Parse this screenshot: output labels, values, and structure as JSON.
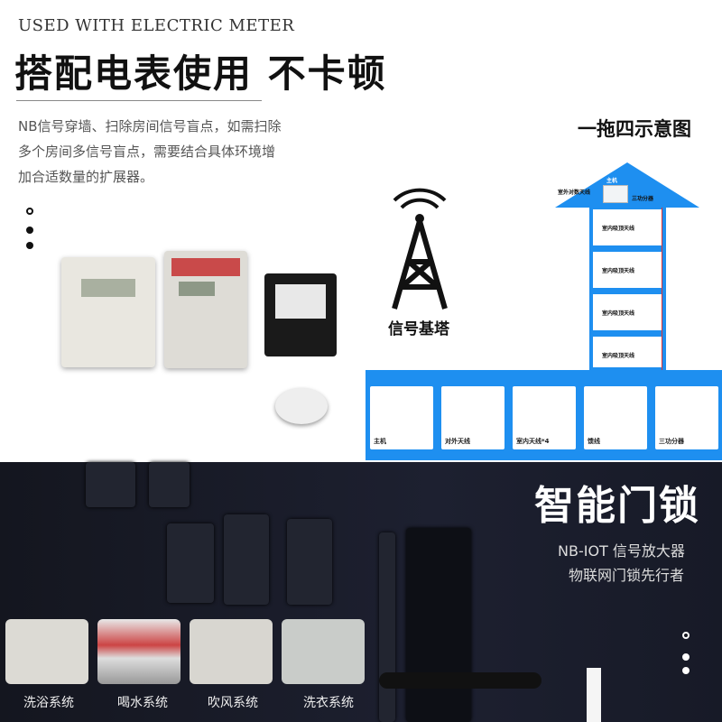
{
  "meter_section": {
    "subtitle_en": "USED WITH ELECTRIC METER",
    "title": "搭配电表使用 不卡顿",
    "description": [
      "NB信号穿墙、扫除房间信号盲点，如需扫除",
      "多个房间多信号盲点，需要结合具体环境增",
      "加合适数量的扩展器。"
    ]
  },
  "tower": {
    "label": "信号基塔",
    "icon": "signal-tower-icon"
  },
  "diagram": {
    "title": "一拖四示意图",
    "labels": {
      "outdoor_antenna": "室外对数天线",
      "host": "主机",
      "splitter": "三功分器",
      "indoor_antenna": "室内吸顶天线"
    },
    "accent": "#1e8ff0"
  },
  "components": [
    {
      "label": "主机"
    },
    {
      "label": "对外天线"
    },
    {
      "label": "室内天线*4"
    },
    {
      "label": "馈线"
    },
    {
      "label": "三功分器"
    }
  ],
  "lock_section": {
    "title": "智能门锁",
    "line1": "NB-IOT 信号放大器",
    "line2": "物联网门锁先行者",
    "systems": [
      {
        "label": "洗浴系统"
      },
      {
        "label": "喝水系统"
      },
      {
        "label": "吹风系统"
      },
      {
        "label": "洗衣系统"
      }
    ]
  }
}
